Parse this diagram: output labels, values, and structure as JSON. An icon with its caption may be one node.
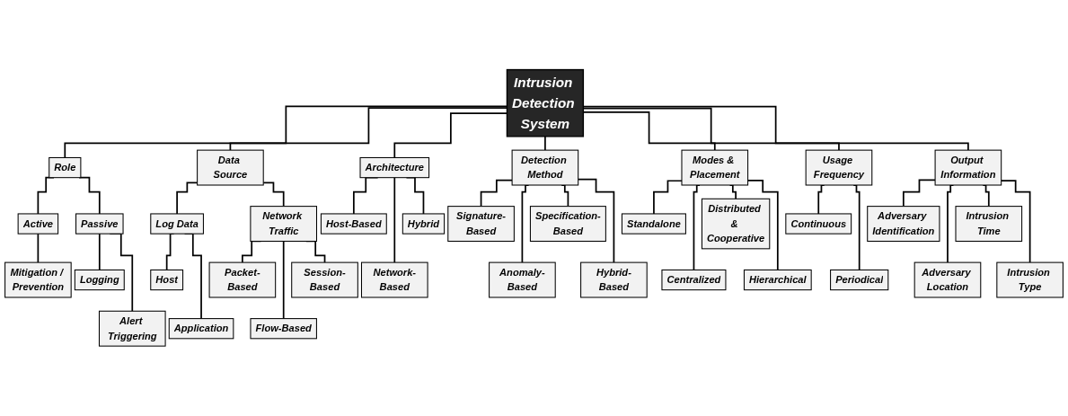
{
  "diagram": {
    "nodes": [
      {
        "text": [
          "Intrusion Detection System"
        ]
      },
      {
        "text": [
          "Role"
        ]
      },
      {
        "text": [
          "Active"
        ]
      },
      {
        "text": [
          "Mitigation / Prevention"
        ]
      },
      {
        "text": [
          "Passive"
        ]
      },
      {
        "text": [
          "Logging"
        ]
      },
      {
        "text": [
          "Alert Triggering"
        ]
      },
      {
        "text": [
          "Data Source"
        ]
      },
      {
        "text": [
          "Log Data"
        ]
      },
      {
        "text": [
          "Host"
        ]
      },
      {
        "text": [
          "Application"
        ]
      },
      {
        "text": [
          "Network Traffic"
        ]
      },
      {
        "text": [
          "Packet-Based"
        ]
      },
      {
        "text": [
          "Flow-Based"
        ]
      },
      {
        "text": [
          "Session-Based"
        ]
      },
      {
        "text": [
          "Architecture"
        ]
      },
      {
        "text": [
          "Host-Based"
        ]
      },
      {
        "text": [
          "Network-Based"
        ]
      },
      {
        "text": [
          "Hybrid"
        ]
      },
      {
        "text": [
          "Detection Method"
        ]
      },
      {
        "text": [
          "Signature-Based"
        ]
      },
      {
        "text": [
          "Anomaly-Based"
        ]
      },
      {
        "text": [
          "Specification-Based"
        ]
      },
      {
        "text": [
          "Hybrid-Based"
        ]
      },
      {
        "text": [
          "Modes & Placement"
        ]
      },
      {
        "text": [
          "Standalone"
        ]
      },
      {
        "text": [
          "Centralized"
        ]
      },
      {
        "text": [
          "Distributed & Cooperative"
        ]
      },
      {
        "text": [
          "Hierarchical"
        ]
      },
      {
        "text": [
          "Usage Frequency"
        ]
      },
      {
        "text": [
          "Continuous"
        ]
      },
      {
        "text": [
          "Periodical"
        ]
      },
      {
        "text": [
          "Output Information"
        ]
      },
      {
        "text": [
          "Adversary Identification"
        ]
      },
      {
        "text": [
          "Adversary Location"
        ]
      },
      {
        "text": [
          "Intrusion Time"
        ]
      },
      {
        "text": [
          "Intrusion Type"
        ]
      }
    ],
    "edges": [
      {
        "from": 0,
        "to": 1,
        "arrow": "none"
      },
      {
        "from": 1,
        "to": 2,
        "arrow": "none"
      },
      {
        "from": 2,
        "to": 3,
        "arrow": "none"
      },
      {
        "from": 1,
        "to": 4,
        "arrow": "none"
      },
      {
        "from": 4,
        "to": 5,
        "arrow": "none"
      },
      {
        "from": 4,
        "to": 6,
        "arrow": "none"
      },
      {
        "from": 0,
        "to": 7,
        "arrow": "none"
      },
      {
        "from": 7,
        "to": 8,
        "arrow": "none"
      },
      {
        "from": 8,
        "to": 9,
        "arrow": "none"
      },
      {
        "from": 8,
        "to": 10,
        "arrow": "none"
      },
      {
        "from": 7,
        "to": 11,
        "arrow": "none"
      },
      {
        "from": 11,
        "to": 12,
        "arrow": "none"
      },
      {
        "from": 11,
        "to": 13,
        "arrow": "none"
      },
      {
        "from": 11,
        "to": 14,
        "arrow": "none"
      },
      {
        "from": 0,
        "to": 15,
        "arrow": "none"
      },
      {
        "from": 15,
        "to": 16,
        "arrow": "none"
      },
      {
        "from": 15,
        "to": 17,
        "arrow": "none"
      },
      {
        "from": 15,
        "to": 18,
        "arrow": "none"
      },
      {
        "from": 0,
        "to": 19,
        "arrow": "none"
      },
      {
        "from": 19,
        "to": 20,
        "arrow": "none"
      },
      {
        "from": 19,
        "to": 21,
        "arrow": "none"
      },
      {
        "from": 19,
        "to": 22,
        "arrow": "none"
      },
      {
        "from": 19,
        "to": 23,
        "arrow": "none"
      },
      {
        "from": 0,
        "to": 24,
        "arrow": "none"
      },
      {
        "from": 24,
        "to": 25,
        "arrow": "none"
      },
      {
        "from": 24,
        "to": 26,
        "arrow": "none"
      },
      {
        "from": 24,
        "to": 27,
        "arrow": "none"
      },
      {
        "from": 24,
        "to": 28,
        "arrow": "none"
      },
      {
        "from": 0,
        "to": 29,
        "arrow": "none"
      },
      {
        "from": 29,
        "to": 30,
        "arrow": "none"
      },
      {
        "from": 29,
        "to": 31,
        "arrow": "none"
      },
      {
        "from": 0,
        "to": 32,
        "arrow": "none"
      },
      {
        "from": 32,
        "to": 33,
        "arrow": "none"
      },
      {
        "from": 32,
        "to": 34,
        "arrow": "none"
      },
      {
        "from": 32,
        "to": 35,
        "arrow": "none"
      },
      {
        "from": 32,
        "to": 36,
        "arrow": "none"
      }
    ]
  }
}
